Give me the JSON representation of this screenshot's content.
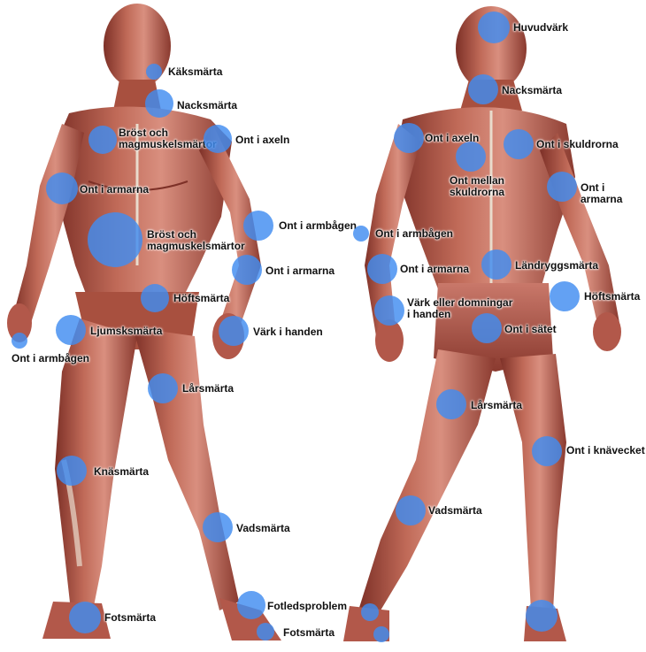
{
  "colors": {
    "hotspot": "#418cf0",
    "muscle": "#b2584a",
    "muscle_dark": "#7d3027",
    "muscle_light": "#d98f7f",
    "tendon": "#e9dccd",
    "label_text": "#111111"
  },
  "hotspots": [
    {
      "id": "front-kaksmarta",
      "label": "Käksmärta"
    },
    {
      "id": "front-nacksmarta",
      "label": "Nacksmärta"
    },
    {
      "id": "front-brost-upper",
      "label": "Bröst och\nmagmuskelsmärtor"
    },
    {
      "id": "front-ont-i-axeln",
      "label": "Ont i axeln"
    },
    {
      "id": "front-ont-i-armarna-left",
      "label": "Ont i armarna"
    },
    {
      "id": "front-brost-lower",
      "label": "Bröst och\nmagmuskelsmärtor"
    },
    {
      "id": "front-ont-i-armbagen-right",
      "label": "Ont i armbågen"
    },
    {
      "id": "front-ont-i-armarna-right",
      "label": "Ont i armarna"
    },
    {
      "id": "front-hoftsmarta",
      "label": "Höftsmärta"
    },
    {
      "id": "front-ljumsksmarta",
      "label": "Ljumsksmärta"
    },
    {
      "id": "front-vark-i-handen",
      "label": "Värk i handen"
    },
    {
      "id": "front-ont-i-armbagen-left",
      "label": "Ont i armbågen"
    },
    {
      "id": "front-larsmarta",
      "label": "Lårsmärta"
    },
    {
      "id": "front-knasmarta",
      "label": "Knäsmärta"
    },
    {
      "id": "front-vadsmarta",
      "label": "Vadsmärta"
    },
    {
      "id": "front-fotledsproblem",
      "label": "Fotledsproblem"
    },
    {
      "id": "front-fotsmarta-left",
      "label": "Fotsmärta"
    },
    {
      "id": "front-fotsmarta-right",
      "label": "Fotsmärta"
    },
    {
      "id": "back-huvudvark",
      "label": "Huvudvärk"
    },
    {
      "id": "back-nacksmarta",
      "label": "Nacksmärta"
    },
    {
      "id": "back-ont-i-axeln",
      "label": "Ont i axeln"
    },
    {
      "id": "back-ont-i-skuldrorna",
      "label": "Ont i skuldrorna"
    },
    {
      "id": "back-ont-mellan-skuldrorna",
      "label": "Ont mellan\nskuldrorna"
    },
    {
      "id": "back-ont-i-armarna-right",
      "label": "Ont i armarna"
    },
    {
      "id": "back-ont-i-armbagen",
      "label": "Ont i armbågen"
    },
    {
      "id": "back-ont-i-armarna-left",
      "label": "Ont i armarna"
    },
    {
      "id": "back-landryggsmarta",
      "label": "Ländryggsmärta"
    },
    {
      "id": "back-hoftsmarta",
      "label": "Höftsmärta"
    },
    {
      "id": "back-vark-i-handen",
      "label": "Värk eller domningar\ni handen"
    },
    {
      "id": "back-ont-i-satet",
      "label": "Ont i sätet"
    },
    {
      "id": "back-larsmarta",
      "label": "Lårsmärta"
    },
    {
      "id": "back-ont-i-knavecket",
      "label": "Ont i knävecket"
    },
    {
      "id": "back-vadsmarta",
      "label": "Vadsmärta"
    },
    {
      "id": "back-foot-left",
      "label": ""
    },
    {
      "id": "back-foot-right",
      "label": ""
    }
  ]
}
